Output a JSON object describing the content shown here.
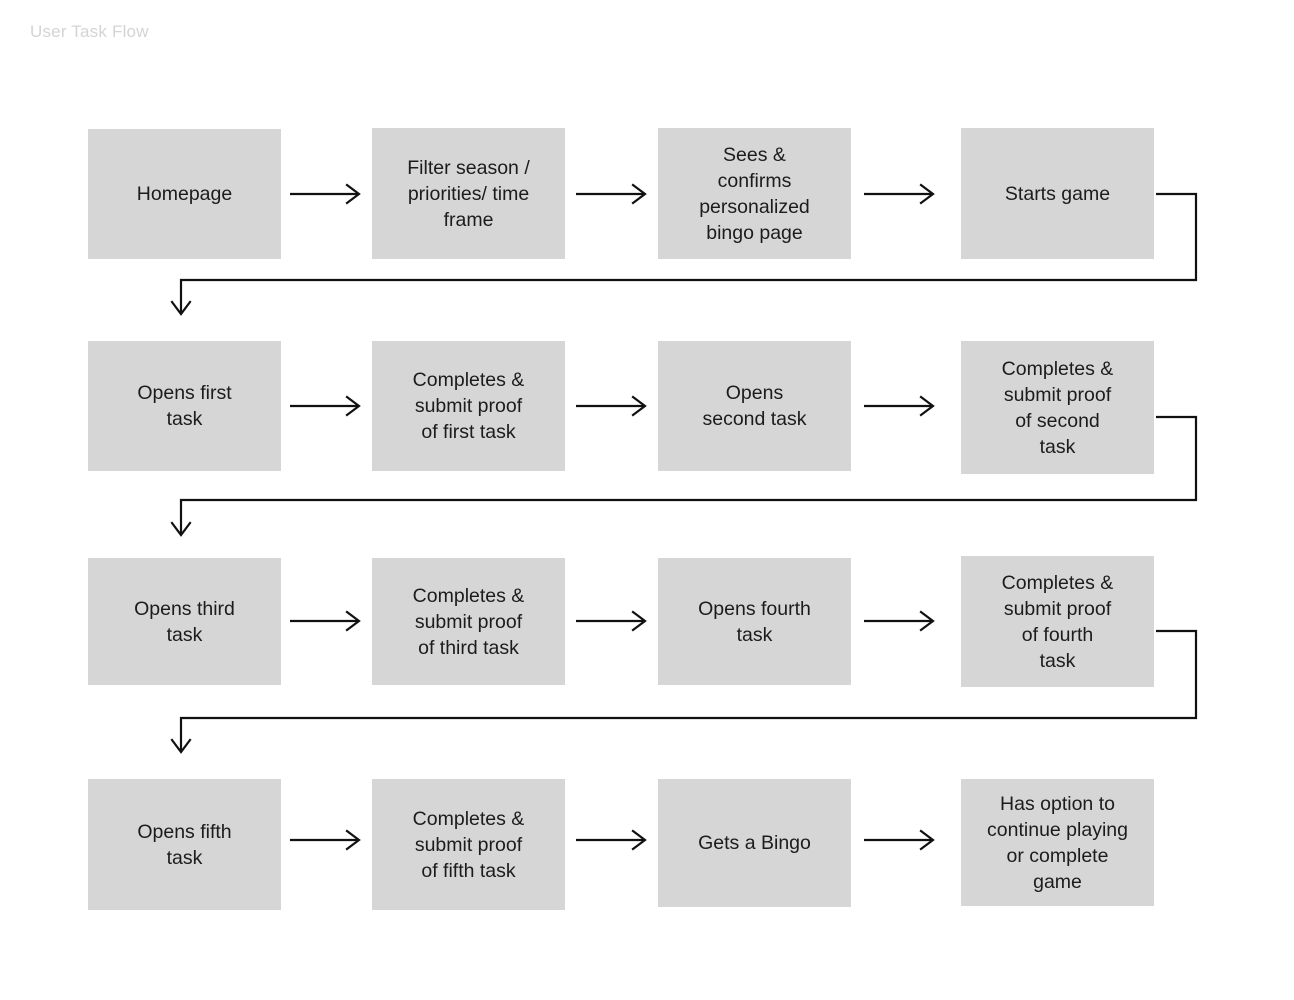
{
  "title": "User Task Flow",
  "theme": {
    "background": "#ffffff",
    "node_fill": "#d6d6d6",
    "node_text": "#1c1c1c",
    "title_color": "#d4d4d4",
    "connector_color": "#111111"
  },
  "rows": [
    {
      "row_id": "row-1",
      "nodes": [
        {
          "id": "homepage",
          "label": "Homepage",
          "lines": 1
        },
        {
          "id": "filter-season",
          "label": "Filter season /\npriorities/ time\nframe",
          "lines": 3
        },
        {
          "id": "confirms-bingo-page",
          "label": "Sees &\nconfirms\npersonalized\nbingo page",
          "lines": 4
        },
        {
          "id": "starts-game",
          "label": "Starts game",
          "lines": 1
        }
      ]
    },
    {
      "row_id": "row-2",
      "nodes": [
        {
          "id": "opens-first-task",
          "label": "Opens first\ntask",
          "lines": 2
        },
        {
          "id": "proof-first-task",
          "label": "Completes &\nsubmit proof\nof first task",
          "lines": 3
        },
        {
          "id": "opens-second-task",
          "label": "Opens\nsecond task",
          "lines": 2
        },
        {
          "id": "proof-second-task",
          "label": "Completes &\nsubmit proof\nof second\ntask",
          "lines": 4
        }
      ]
    },
    {
      "row_id": "row-3",
      "nodes": [
        {
          "id": "opens-third-task",
          "label": "Opens third\ntask",
          "lines": 2
        },
        {
          "id": "proof-third-task",
          "label": "Completes &\nsubmit proof\nof third task",
          "lines": 3
        },
        {
          "id": "opens-fourth-task",
          "label": "Opens fourth\ntask",
          "lines": 2
        },
        {
          "id": "proof-fourth-task",
          "label": "Completes &\nsubmit proof\nof fourth\ntask",
          "lines": 4
        }
      ]
    },
    {
      "row_id": "row-4",
      "nodes": [
        {
          "id": "opens-fifth-task",
          "label": "Opens fifth\ntask",
          "lines": 2
        },
        {
          "id": "proof-fifth-task",
          "label": "Completes &\nsubmit proof\nof fifth task",
          "lines": 3
        },
        {
          "id": "gets-a-bingo",
          "label": "Gets a Bingo",
          "lines": 1
        },
        {
          "id": "continue-or-complete",
          "label": "Has option to\ncontinue playing\nor complete\ngame",
          "lines": 4
        }
      ]
    }
  ],
  "connectors": {
    "horizontal_arrow_count": 12,
    "wrap_arrow_count": 3,
    "arrowhead_style": "open-chevron"
  }
}
